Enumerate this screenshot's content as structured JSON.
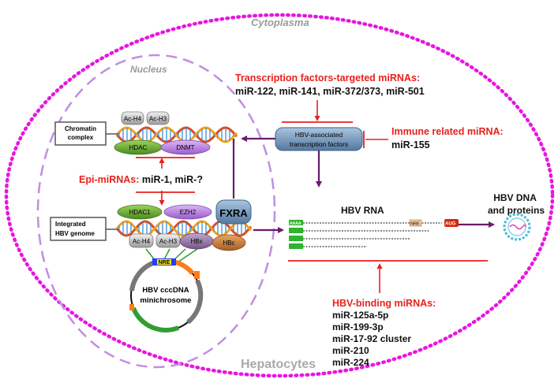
{
  "labels": {
    "cytoplasma": "Cytoplasma",
    "nucleus": "Nucleus",
    "hepatocytes": "Hepatocytes",
    "chromatin_complex": [
      "Chromatin",
      "complex"
    ],
    "integrated_genome": [
      "Integrated",
      "HBV genome"
    ],
    "tf_title": "Transcription factors-targeted  miRNAs:",
    "tf_list": "miR-122, miR-141, miR-372/373, miR-501",
    "immune_title": "Immune related miRNA:",
    "immune_list": "miR-155",
    "epi_title": "Epi-miRNAs:",
    "epi_list": " miR-1, miR-?",
    "hbv_tf": [
      "HBV-associated",
      "transcription factors"
    ],
    "hbv_rna": "HBV RNA",
    "hbv_dna_proteins": [
      "HBV DNA",
      "and proteins"
    ],
    "binding_title": "HBV-binding miRNAs:",
    "binding_list": [
      "miR-125a-5p",
      "miR-199-3p",
      "miR-17-92 cluster",
      "miR-210",
      "miR-224"
    ],
    "cccdna": [
      "HBV cccDNA",
      "minichrosome"
    ],
    "nre": "NRE",
    "aug": "AUG",
    "aaaa": "AAAA",
    "fxra": "FXRA"
  },
  "proteins_top": {
    "ac_h4": "Ac-H4",
    "ac_h3": "Ac-H3",
    "hdac": "HDAC",
    "dnmt": "DNMT"
  },
  "proteins_bottom": {
    "hdac1": "HDAC1",
    "ezh2": "EZH2",
    "ac_h4": "Ac-H4",
    "ac_h3": "Ac-H3",
    "hbx": "HBx",
    "hbc": "HBc"
  },
  "colors": {
    "membrane": "#e815e0",
    "nucleus_border": "#c08ee0",
    "red_text": "#e8211d",
    "arrow_purple": "#6a1b6e",
    "hdac_green": "#6aa832",
    "dnmt_purple": "#b779e0",
    "fxra_blue": "#6f93b7",
    "hbx_purple": "#8e6e9c",
    "hbc_brown": "#c57b3c"
  }
}
